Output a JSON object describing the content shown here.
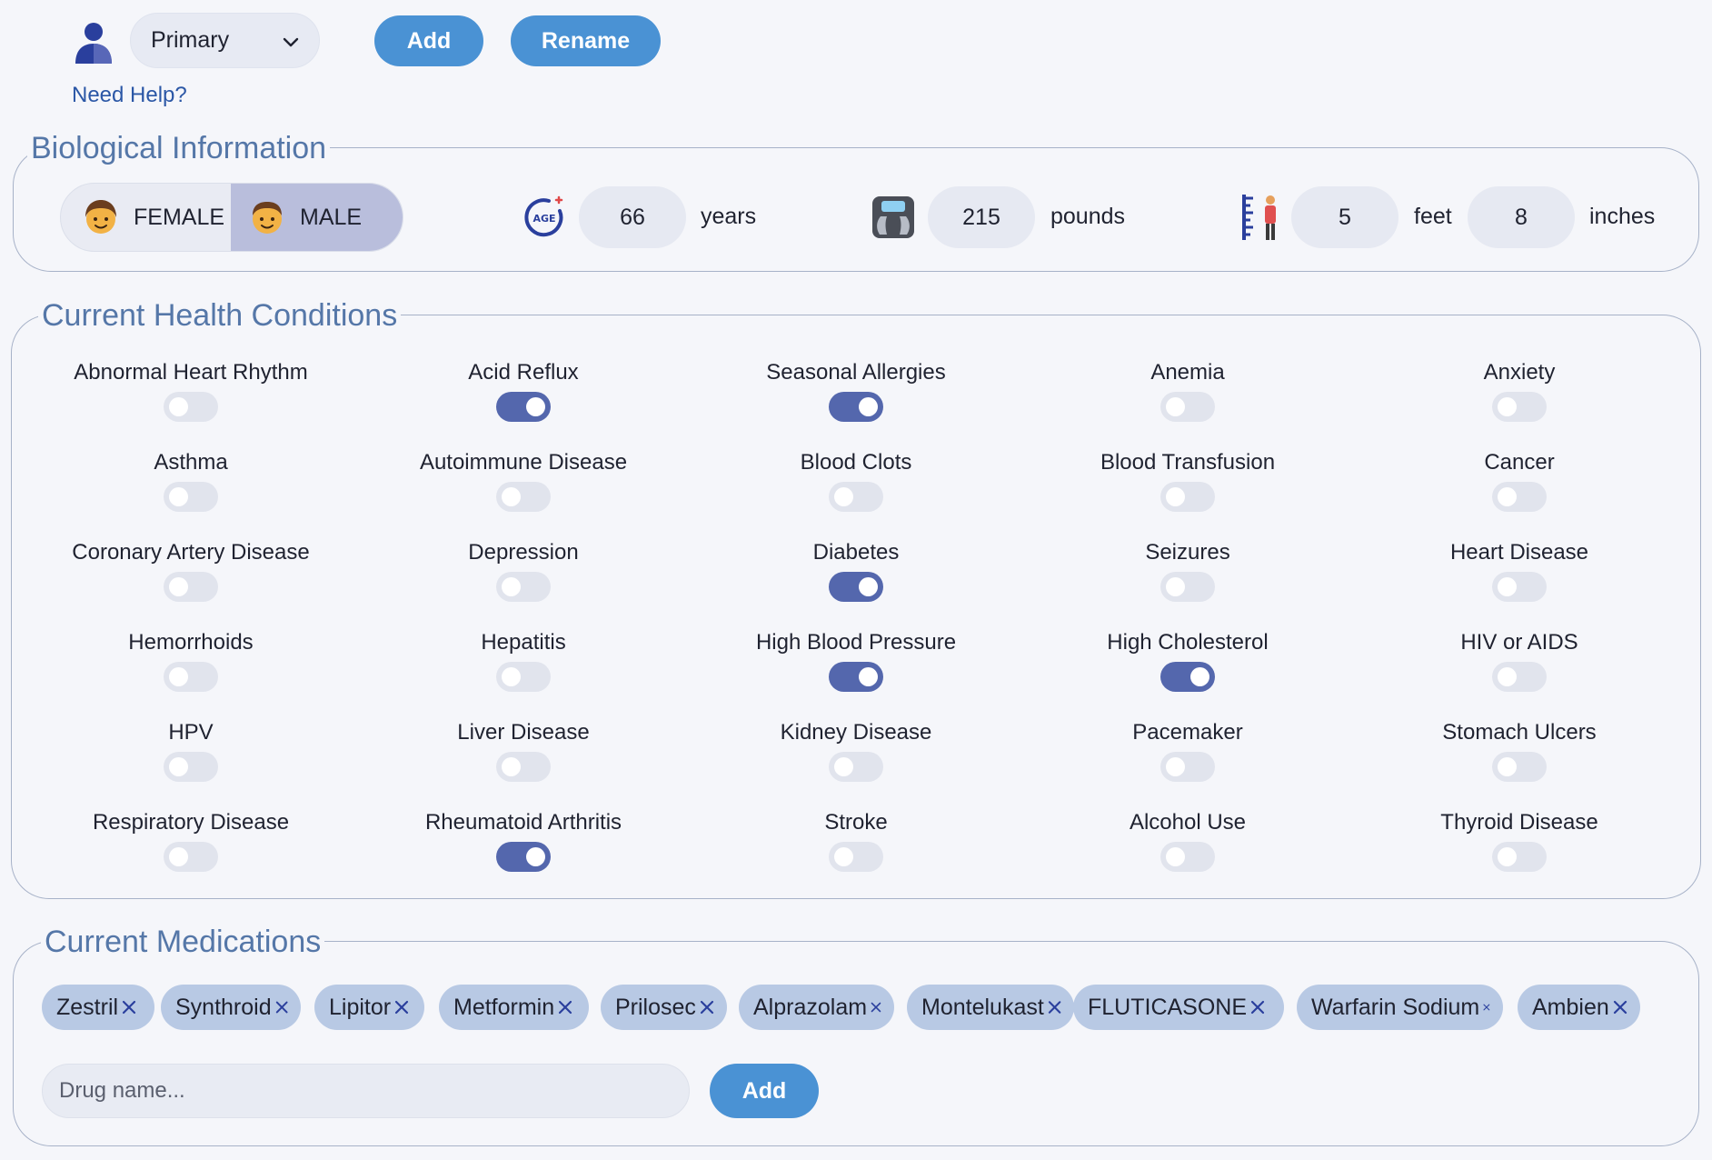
{
  "header": {
    "profile_select": "Primary",
    "add_label": "Add",
    "rename_label": "Rename",
    "help_link": "Need Help?"
  },
  "biological": {
    "legend": "Biological Information",
    "female_label": "FEMALE",
    "male_label": "MALE",
    "selected_sex": "MALE",
    "age_icon_text": "AGE",
    "age_value": "66",
    "age_unit": "years",
    "weight_value": "215",
    "weight_unit": "pounds",
    "height_feet": "5",
    "feet_unit": "feet",
    "height_inches": "8",
    "inches_unit": "inches"
  },
  "conditions": {
    "legend": "Current Health Conditions",
    "items": [
      {
        "label": "Abnormal Heart Rhythm",
        "on": false
      },
      {
        "label": "Acid Reflux",
        "on": true
      },
      {
        "label": "Seasonal Allergies",
        "on": true
      },
      {
        "label": "Anemia",
        "on": false
      },
      {
        "label": "Anxiety",
        "on": false
      },
      {
        "label": "Asthma",
        "on": false
      },
      {
        "label": "Autoimmune Disease",
        "on": false
      },
      {
        "label": "Blood Clots",
        "on": false
      },
      {
        "label": "Blood Transfusion",
        "on": false
      },
      {
        "label": "Cancer",
        "on": false
      },
      {
        "label": "Coronary Artery Disease",
        "on": false
      },
      {
        "label": "Depression",
        "on": false
      },
      {
        "label": "Diabetes",
        "on": true
      },
      {
        "label": "Seizures",
        "on": false
      },
      {
        "label": "Heart Disease",
        "on": false
      },
      {
        "label": "Hemorrhoids",
        "on": false
      },
      {
        "label": "Hepatitis",
        "on": false
      },
      {
        "label": "High Blood Pressure",
        "on": true
      },
      {
        "label": "High Cholesterol",
        "on": true
      },
      {
        "label": "HIV or AIDS",
        "on": false
      },
      {
        "label": "HPV",
        "on": false
      },
      {
        "label": "Liver Disease",
        "on": false
      },
      {
        "label": "Kidney Disease",
        "on": false
      },
      {
        "label": "Pacemaker",
        "on": false
      },
      {
        "label": "Stomach Ulcers",
        "on": false
      },
      {
        "label": "Respiratory Disease",
        "on": false
      },
      {
        "label": "Rheumatoid Arthritis",
        "on": true
      },
      {
        "label": "Stroke",
        "on": false
      },
      {
        "label": "Alcohol Use",
        "on": false
      },
      {
        "label": "Thyroid Disease",
        "on": false
      }
    ]
  },
  "medications": {
    "legend": "Current Medications",
    "tags": [
      "Zestril",
      "Synthroid",
      "Lipitor",
      "Metformin",
      "Prilosec",
      "Alprazolam",
      "Montelukast",
      "FLUTICASONE",
      "Warfarin Sodium",
      "Ambien"
    ],
    "input_placeholder": "Drug name...",
    "add_label": "Add"
  },
  "colors": {
    "accent_button": "#4a92d4",
    "toggle_on": "#5467ad",
    "toggle_off": "#e1e4ed",
    "tag_bg": "#b8c9e4",
    "legend_text": "#5577a8",
    "link": "#2b57a6"
  }
}
